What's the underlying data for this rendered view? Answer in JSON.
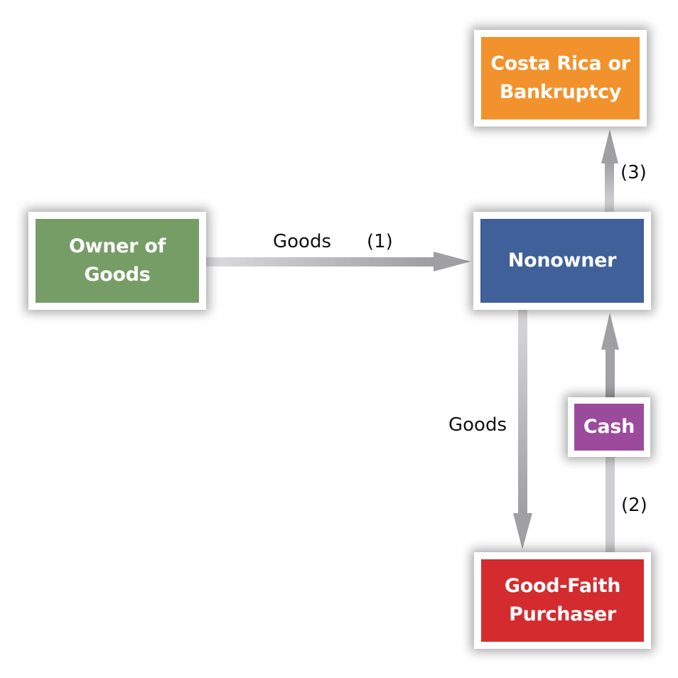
{
  "nodes": {
    "owner": {
      "label": "Owner of\nGoods",
      "color": "#769d66"
    },
    "nonowner": {
      "label": "Nonowner",
      "color": "#3f6099"
    },
    "costa_rica": {
      "label": "Costa Rica or\nBankruptcy",
      "color": "#f2922d"
    },
    "cash": {
      "label": "Cash",
      "color": "#9c4b9c"
    },
    "purchaser": {
      "label": "Good-Faith\nPurchaser",
      "color": "#d42b2f"
    }
  },
  "edges": {
    "owner_to_nonowner": {
      "label": "Goods",
      "step": "(1)"
    },
    "nonowner_to_purchaser": {
      "label": "Goods"
    },
    "purchaser_cash_to_nonowner": {
      "step": "(2)"
    },
    "nonowner_to_costa_rica": {
      "step": "(3)"
    }
  },
  "colors": {
    "arrow": "#a6a6a8",
    "arrow_light": "#d6d6d8"
  }
}
